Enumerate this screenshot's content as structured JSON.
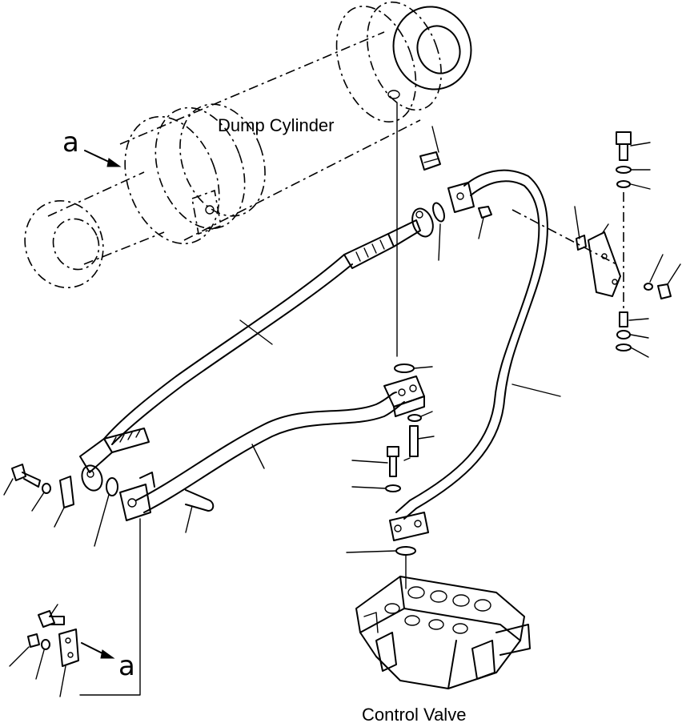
{
  "labels": {
    "dump_cylinder": "Dump Cylinder",
    "control_valve": "Control Valve",
    "ref_a_top": "a",
    "ref_a_bottom": "a"
  }
}
